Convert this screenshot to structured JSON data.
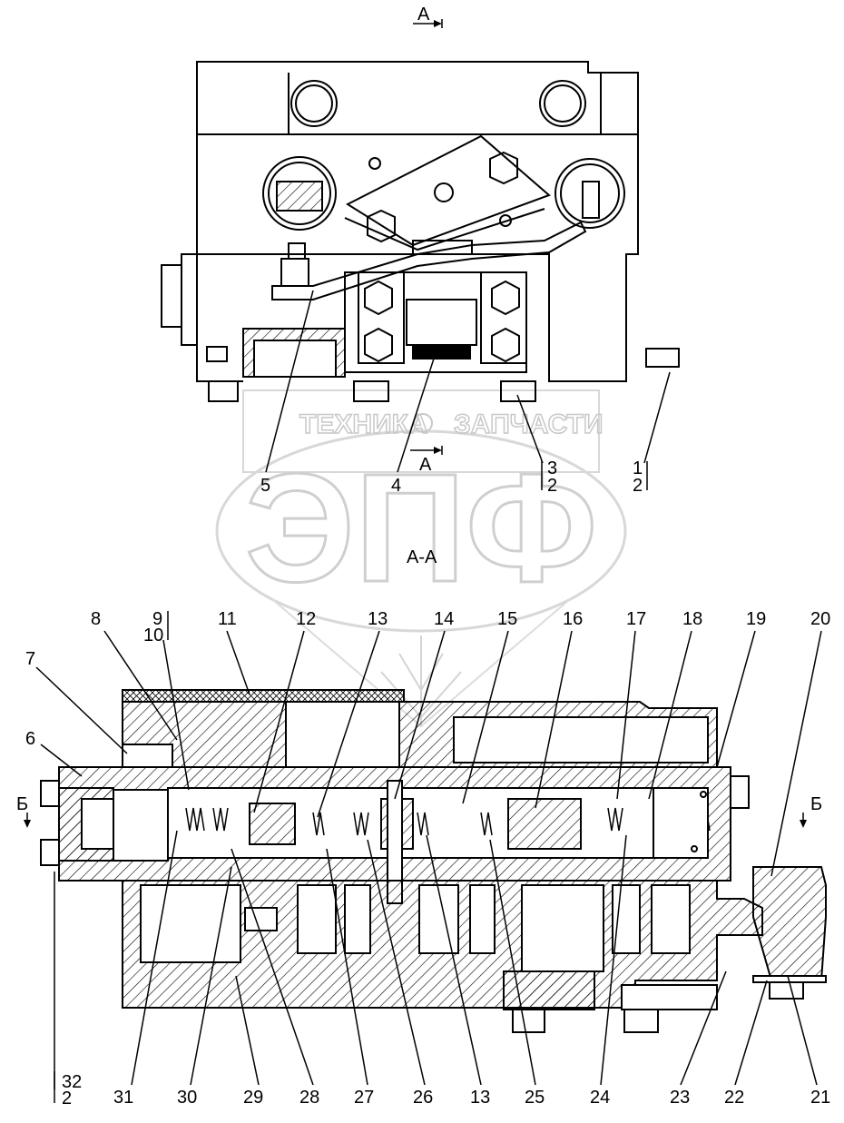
{
  "top_view": {
    "section_arrow_top": "А",
    "section_arrow_mid": "А",
    "labels": [
      "5",
      "4",
      "3",
      "2",
      "1",
      "2"
    ]
  },
  "section_view": {
    "title": "А-А",
    "side_left": "Б",
    "side_right": "Б",
    "top_labels": [
      "8",
      "9",
      "10",
      "11",
      "12",
      "13",
      "14",
      "15",
      "16",
      "17",
      "18",
      "19",
      "20"
    ],
    "left_labels": [
      "7",
      "6"
    ],
    "bottom_labels": [
      "32",
      "2",
      "31",
      "30",
      "29",
      "28",
      "27",
      "26",
      "13",
      "25",
      "24",
      "23",
      "22",
      "21"
    ]
  },
  "watermark": {
    "line1_left": "ТЕХНИКА",
    "line1_right": "ЗАПЧАСТИ",
    "big": "ЭПФ"
  }
}
